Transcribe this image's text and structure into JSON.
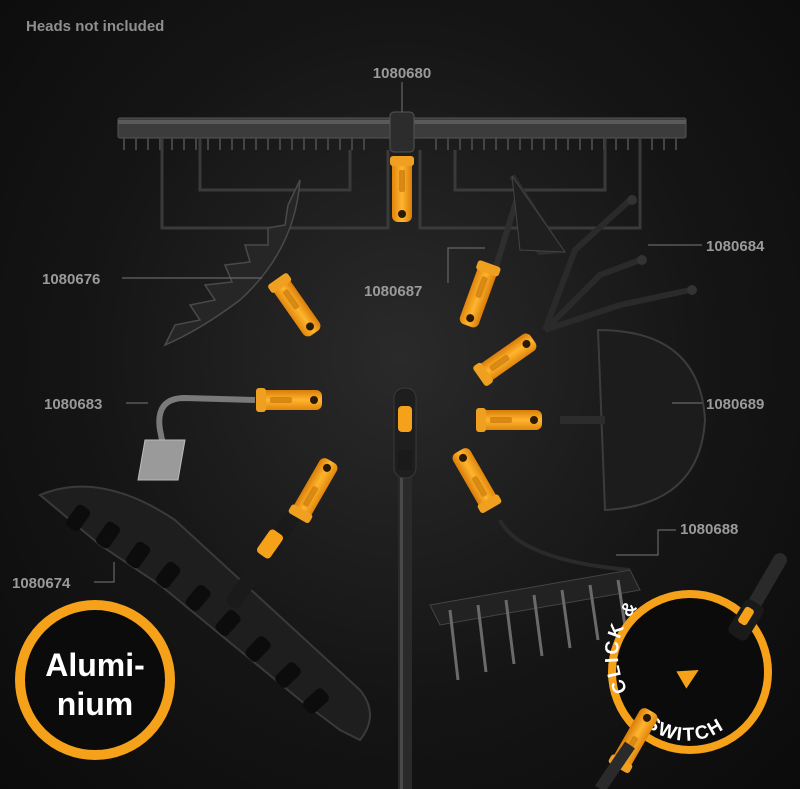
{
  "note": "Heads not included",
  "codes": {
    "rake_wide": "1080680",
    "leaf_rake": "1080676",
    "weeder": "1080687",
    "cultivator": "1080684",
    "hoe": "1080683",
    "edger": "1080689",
    "rake_large": "1080674",
    "aerator": "1080688"
  },
  "badge": {
    "line1": "Alumi-",
    "line2": "nium"
  },
  "click_switch": {
    "top": "CLICK &",
    "bottom": "SWITCH"
  },
  "colors": {
    "accent": "#f5a11a",
    "background": "#141414",
    "tool": "#2a2a2a",
    "label": "#9a9a9a"
  }
}
